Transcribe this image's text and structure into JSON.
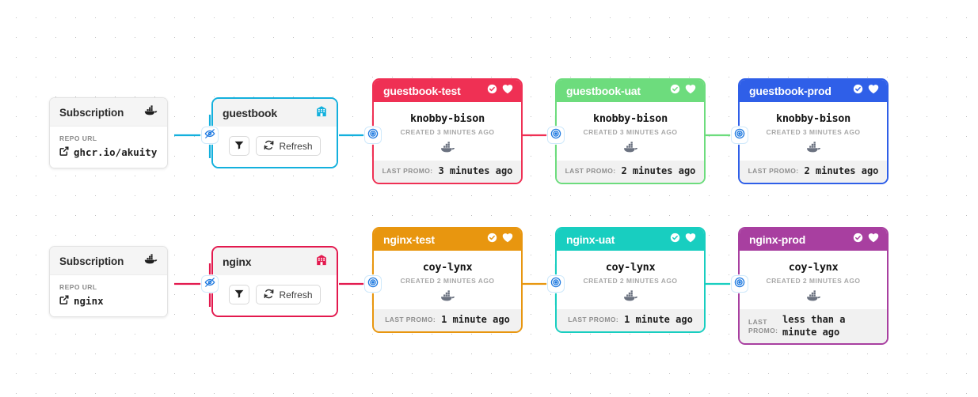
{
  "canvas": {
    "background": "#ffffff",
    "dot_color": "#bfbfbf"
  },
  "colors": {
    "guestbook_accent": "#13b0dd",
    "nginx_accent": "#e3194e",
    "guestbook_test": "#ef3054",
    "guestbook_uat": "#6ddc7d",
    "guestbook_prod": "#2f5fe8",
    "nginx_test": "#e8960f",
    "nginx_uat": "#18cec0",
    "nginx_prod": "#a83fa0",
    "connector_border": "#cfe9fb",
    "connector_icon": "#1f7ae0"
  },
  "subscriptions": [
    {
      "title": "Subscription",
      "icon": "docker-whale-icon",
      "repo_url_label": "REPO URL",
      "repo_url": "ghcr.io/akuity/g…",
      "link_icon": "external-link-icon"
    },
    {
      "title": "Subscription",
      "icon": "docker-whale-icon",
      "repo_url_label": "REPO URL",
      "repo_url": "nginx",
      "link_icon": "external-link-icon"
    }
  ],
  "warehouses": [
    {
      "title": "guestbook",
      "icon": "warehouse-icon",
      "filter_label": "",
      "filter_icon": "filter-icon",
      "refresh_label": "Refresh",
      "refresh_icon": "refresh-icon",
      "accent": "#13b0dd"
    },
    {
      "title": "nginx",
      "icon": "warehouse-icon",
      "filter_label": "",
      "filter_icon": "filter-icon",
      "refresh_label": "Refresh",
      "refresh_icon": "refresh-icon",
      "accent": "#e3194e"
    }
  ],
  "stages": [
    {
      "name": "guestbook-test",
      "color": "#ef3054",
      "freight": "knobby-bison",
      "created": "CREATED 3 MINUTES AGO",
      "artifact_icon": "docker-whale-icon",
      "promo_label": "LAST PROMO:",
      "promo_value": "3 minutes ago",
      "health_icon": "check-circle-icon",
      "favorite_icon": "heart-icon",
      "wrap_footer": false
    },
    {
      "name": "guestbook-uat",
      "color": "#6ddc7d",
      "freight": "knobby-bison",
      "created": "CREATED 3 MINUTES AGO",
      "artifact_icon": "docker-whale-icon",
      "promo_label": "LAST PROMO:",
      "promo_value": "2 minutes ago",
      "health_icon": "check-circle-icon",
      "favorite_icon": "heart-icon",
      "wrap_footer": false
    },
    {
      "name": "guestbook-prod",
      "color": "#2f5fe8",
      "freight": "knobby-bison",
      "created": "CREATED 3 MINUTES AGO",
      "artifact_icon": "docker-whale-icon",
      "promo_label": "LAST PROMO:",
      "promo_value": "2 minutes ago",
      "health_icon": "check-circle-icon",
      "favorite_icon": "heart-icon",
      "wrap_footer": false
    },
    {
      "name": "nginx-test",
      "color": "#e8960f",
      "freight": "coy-lynx",
      "created": "CREATED 2 MINUTES AGO",
      "artifact_icon": "docker-whale-icon",
      "promo_label": "LAST PROMO:",
      "promo_value": "1 minute ago",
      "health_icon": "check-circle-icon",
      "favorite_icon": "heart-icon",
      "wrap_footer": false
    },
    {
      "name": "nginx-uat",
      "color": "#18cec0",
      "freight": "coy-lynx",
      "created": "CREATED 2 MINUTES AGO",
      "artifact_icon": "docker-whale-icon",
      "promo_label": "LAST PROMO:",
      "promo_value": "1 minute ago",
      "health_icon": "check-circle-icon",
      "favorite_icon": "heart-icon",
      "wrap_footer": false
    },
    {
      "name": "nginx-prod",
      "color": "#a83fa0",
      "freight": "coy-lynx",
      "created": "CREATED 2 MINUTES AGO",
      "artifact_icon": "docker-whale-icon",
      "promo_label": "LAST PROMO:",
      "promo_value": "less than a minute ago",
      "health_icon": "check-circle-icon",
      "favorite_icon": "heart-icon",
      "wrap_footer": true
    }
  ],
  "connectors": {
    "hidden_icon": "eye-slash-icon",
    "target_icon": "target-icon"
  }
}
